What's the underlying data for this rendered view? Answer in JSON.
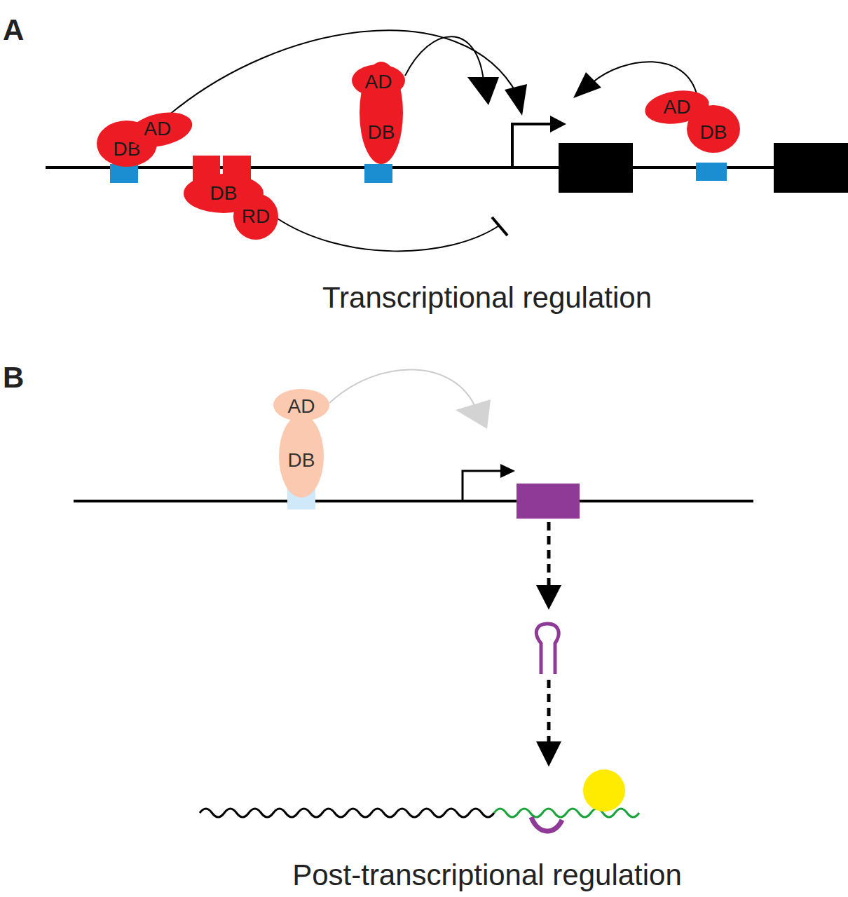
{
  "diagram": {
    "nodes": [
      {
        "text": [
          "DB"
        ]
      },
      {
        "text": [
          "AD"
        ]
      },
      {
        "text": [
          "DB"
        ]
      },
      {
        "text": [
          "RD"
        ]
      },
      {
        "text": [
          "AD"
        ]
      },
      {
        "text": [
          "DB"
        ]
      },
      {
        "text": [
          "AD"
        ]
      },
      {
        "text": [
          "DB"
        ]
      },
      {
        "text": [
          "AD"
        ]
      },
      {
        "text": [
          "DB"
        ]
      }
    ],
    "labels": [
      "A",
      "Transcriptional regulation",
      "B",
      "Post-transcriptional regulation"
    ]
  }
}
